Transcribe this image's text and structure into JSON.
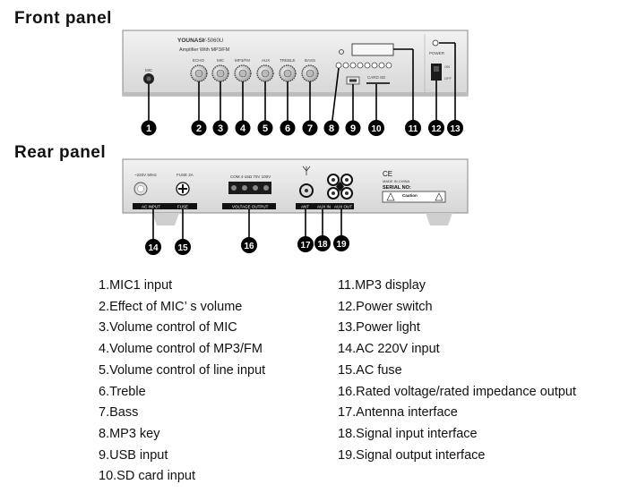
{
  "titles": {
    "front": "Front panel",
    "rear": "Rear panel"
  },
  "front_panel": {
    "brand": "YOUNASI",
    "model": "Y-5060U",
    "subtitle": "Amplifier  With  MP3/FM",
    "mic_label": "MIC",
    "knob_labels": [
      "ECHO",
      "MIC",
      "MP3/FM",
      "AUX",
      "TREBLE",
      "BASS"
    ],
    "power_label": "POWER",
    "switch_on": "ON",
    "switch_off": "OFF",
    "sd_label": "CARD SD"
  },
  "rear_panel": {
    "ac_volt": "~220V 50Hz",
    "fuse_label": "FUSE 2A",
    "ac_input_label": "AC INPUT",
    "fuse_box_label": "FUSE",
    "terminals_label": "COM  4-16Ω  70V  100V",
    "voltage_output_label": "VOLTAGE OUTPUT",
    "ant_label": "ANT",
    "aux_in_label": "AUX IN",
    "aux_out_label": "AUX OUT",
    "ce_label": "CE",
    "made_in": "MADE IN CHINA",
    "serial": "SERIAL NO:",
    "caution": "Caution"
  },
  "callouts": {
    "front": [
      "1",
      "2",
      "3",
      "4",
      "5",
      "6",
      "7",
      "8",
      "9",
      "10",
      "11",
      "12",
      "13"
    ],
    "rear": [
      "14",
      "15",
      "16",
      "17",
      "18",
      "19"
    ]
  },
  "legend": {
    "left": [
      "1.MIC1 input",
      "2.Effect of MIC’ s volume",
      "3.Volume control of MIC",
      "4.Volume control of MP3/FM",
      "5.Volume control of line input",
      "6.Treble",
      "7.Bass",
      "8.MP3 key",
      "9.USB input",
      "10.SD card input"
    ],
    "right": [
      "11.MP3 display",
      "12.Power switch",
      "13.Power light",
      "14.AC 220V input",
      "15.AC fuse",
      "16.Rated voltage/rated impedance output",
      "17.Antenna interface",
      "18.Signal input interface",
      "19.Signal output interface"
    ]
  }
}
